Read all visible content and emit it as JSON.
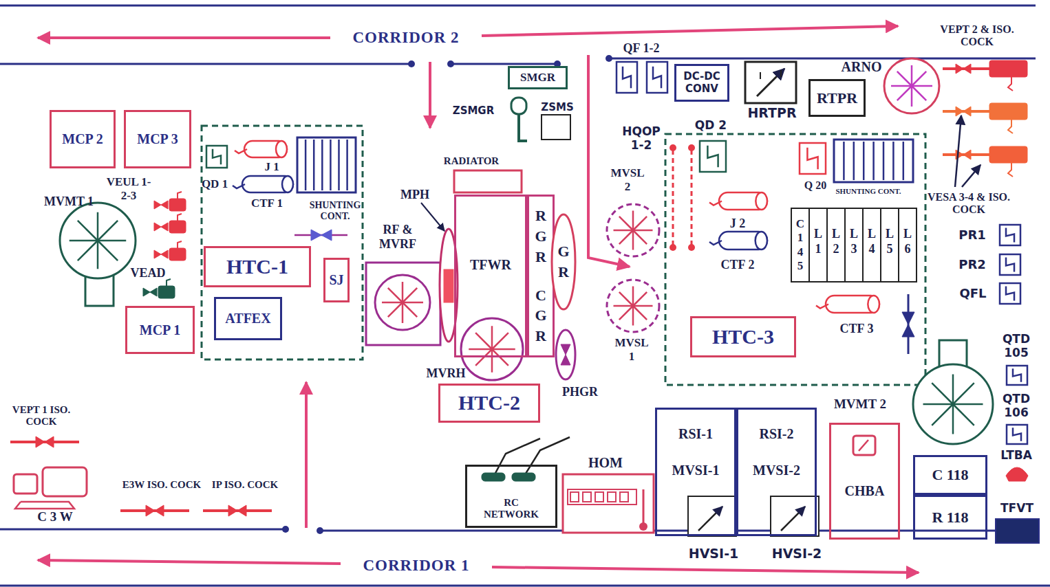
{
  "diagram": {
    "nodes": [
      {
        "text": [
          "MCP 2"
        ]
      },
      {
        "text": [
          "MCP 3"
        ]
      },
      {
        "text": [
          "MCP 1"
        ]
      },
      {
        "text": [
          "HTC-1"
        ]
      },
      {
        "text": [
          "SJ"
        ]
      },
      {
        "text": [
          "ATFEX"
        ]
      },
      {
        "text": [
          "SMGR"
        ]
      },
      {
        "text": [
          "TFWR"
        ]
      },
      {
        "text": [
          "R G R",
          "C G R"
        ]
      },
      {
        "text": [
          "G R"
        ]
      },
      {
        "text": [
          "HTC-2"
        ]
      },
      {
        "text": [
          "DC-DC CONV"
        ]
      },
      {
        "text": [
          "RTPR"
        ]
      },
      {
        "text": [
          "HTC-3"
        ]
      },
      {
        "text": [
          "RSI-1",
          "MVSI-1"
        ]
      },
      {
        "text": [
          "RSI-2",
          "MVSI-2"
        ]
      },
      {
        "text": [
          "CHBA"
        ]
      },
      {
        "text": [
          "C 118"
        ]
      },
      {
        "text": [
          "R 118"
        ]
      },
      {
        "text": [
          "RC NETWORK"
        ]
      }
    ],
    "labels": [
      "CORRIDOR 2",
      "QF 1-2",
      "VEPT 2 & ISO. COCK",
      "ARNO",
      "HRTPR",
      "ZSMGR",
      "ZSMS",
      "HQOP 1-2",
      "QD 2",
      "MVSL 2",
      "Q 20",
      "SHUNTING CONT.",
      "J 2",
      "CTF 2",
      "C 1 4 5",
      "L 1",
      "L 2",
      "L 3",
      "L 4",
      "L 5",
      "L 6",
      "MVSL 1",
      "CTF 3",
      "VESA 3-4 & ISO. COCK",
      "PR1",
      "PR2",
      "QFL",
      "QTD 105",
      "QTD 106",
      "LTBA",
      "MVMT 2",
      "TFVT",
      "HVSI-1",
      "HVSI-2",
      "HOM",
      "PHGR",
      "MVRH",
      "RF & MVRF",
      "MPH",
      "RADIATOR",
      "CORRIDOR 1",
      "QD 1",
      "J 1",
      "CTF 1",
      "SHUNTING CONT.",
      "VEUL 1-2-3",
      "MVMT 1",
      "VEAD",
      "VEPT 1 ISO. COCK",
      "E3W ISO. COCK",
      "IP ISO. COCK",
      "C 3 W"
    ]
  }
}
